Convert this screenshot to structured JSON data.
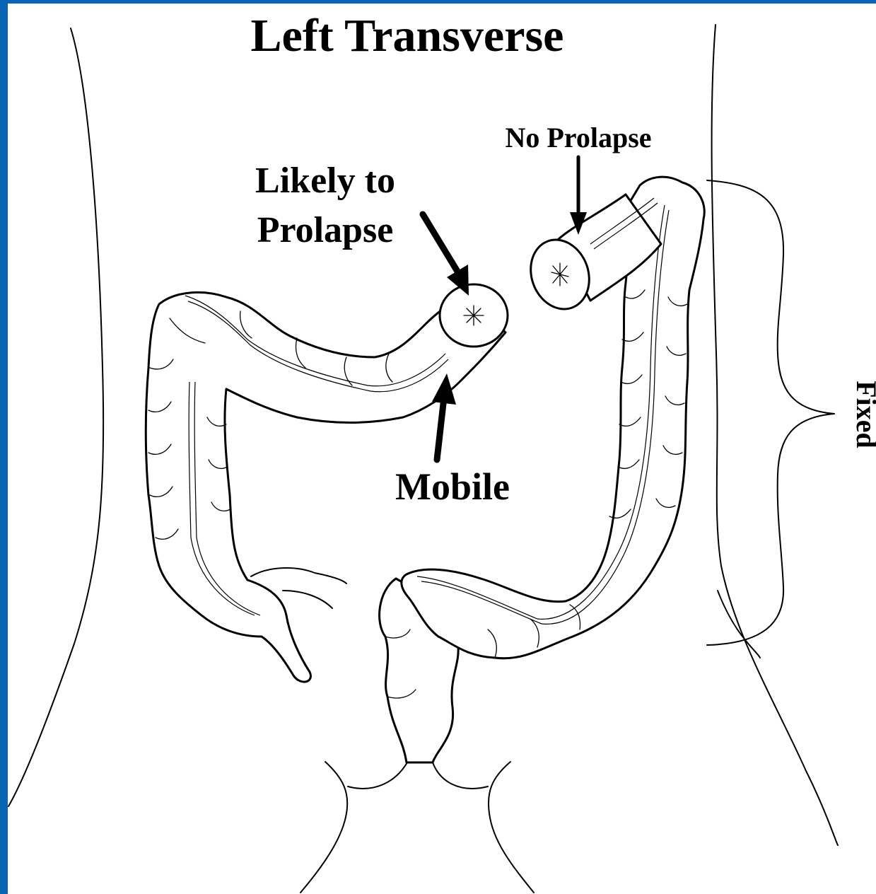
{
  "diagram": {
    "title": "Left Transverse",
    "labels": {
      "no_prolapse": "No Prolapse",
      "likely_to_prolapse_line1": "Likely to",
      "likely_to_prolapse_line2": "Prolapse",
      "mobile": "Mobile",
      "fixed": "Fixed"
    }
  },
  "colors": {
    "frame_border": "#0b63b4",
    "background": "#ffffff",
    "ink": "#000000"
  }
}
